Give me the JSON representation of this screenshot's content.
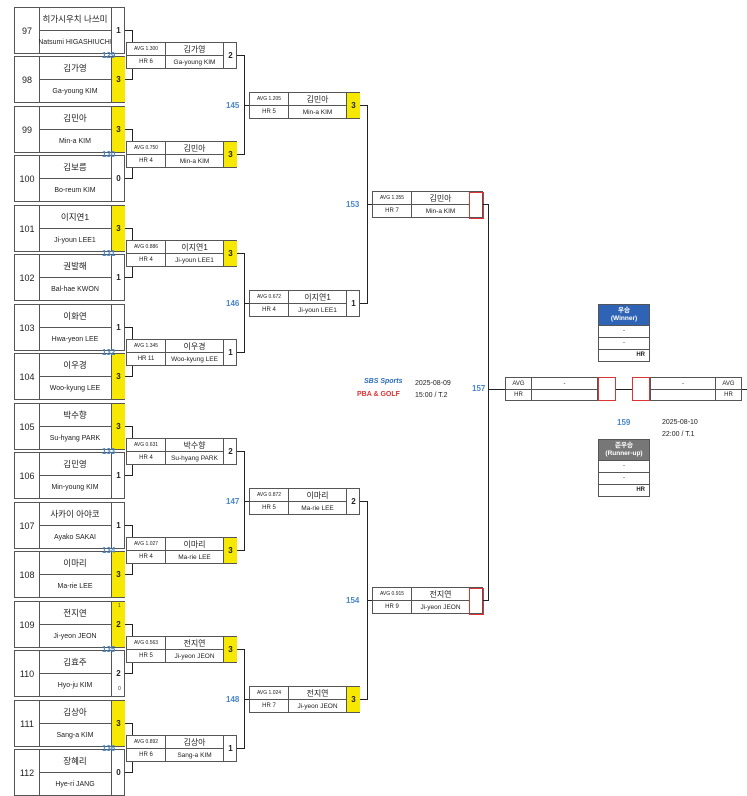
{
  "round1": [
    {
      "seed": "97",
      "name_ko": "히가시우치 나쓰미",
      "name_en": "Natsumi HIGASHIUCHI",
      "score": "1",
      "win": false
    },
    {
      "seed": "98",
      "name_ko": "김가영",
      "name_en": "Ga-young KIM",
      "score": "3",
      "win": true
    },
    {
      "seed": "99",
      "name_ko": "김민아",
      "name_en": "Min-a KIM",
      "score": "3",
      "win": true
    },
    {
      "seed": "100",
      "name_ko": "김보름",
      "name_en": "Bo-reum KIM",
      "score": "0",
      "win": false
    },
    {
      "seed": "101",
      "name_ko": "이지연1",
      "name_en": "Ji-youn LEE1",
      "score": "3",
      "win": true
    },
    {
      "seed": "102",
      "name_ko": "권발해",
      "name_en": "Bal-hae KWON",
      "score": "1",
      "win": false
    },
    {
      "seed": "103",
      "name_ko": "이화연",
      "name_en": "Hwa-yeon LEE",
      "score": "1",
      "win": false
    },
    {
      "seed": "104",
      "name_ko": "이우경",
      "name_en": "Woo-kyung LEE",
      "score": "3",
      "win": true
    },
    {
      "seed": "105",
      "name_ko": "박수향",
      "name_en": "Su-hyang PARK",
      "score": "3",
      "win": true
    },
    {
      "seed": "106",
      "name_ko": "김민영",
      "name_en": "Min-young KIM",
      "score": "1",
      "win": false
    },
    {
      "seed": "107",
      "name_ko": "사카이 아야코",
      "name_en": "Ayako SAKAI",
      "score": "1",
      "win": false
    },
    {
      "seed": "108",
      "name_ko": "이마리",
      "name_en": "Ma-rie LEE",
      "score": "3",
      "win": true
    },
    {
      "seed": "109",
      "name_ko": "전지연",
      "name_en": "Ji-yeon JEON",
      "score": "2",
      "win": true
    },
    {
      "seed": "110",
      "name_ko": "김효주",
      "name_en": "Hyo-ju KIM",
      "score": "2",
      "win": false
    },
    {
      "seed": "111",
      "name_ko": "김상아",
      "name_en": "Sang-a KIM",
      "score": "3",
      "win": true
    },
    {
      "seed": "112",
      "name_ko": "장혜리",
      "name_en": "Hye-ri JANG",
      "score": "0",
      "win": false
    }
  ],
  "tiebreak": {
    "top": "1",
    "bottom": "0"
  },
  "round2": [
    {
      "match": "129",
      "avg": "AVG 1.300",
      "hr": "HR 6",
      "name_ko": "김가영",
      "name_en": "Ga-young KIM",
      "score": "2",
      "win": false
    },
    {
      "match": "130",
      "avg": "AVG 0.750",
      "hr": "HR 4",
      "name_ko": "김민아",
      "name_en": "Min-a KIM",
      "score": "3",
      "win": true
    },
    {
      "match": "131",
      "avg": "AVG 0.886",
      "hr": "HR 4",
      "name_ko": "이지연1",
      "name_en": "Ji-youn LEE1",
      "score": "3",
      "win": true
    },
    {
      "match": "132",
      "avg": "AVG 1.345",
      "hr": "HR 11",
      "name_ko": "이우경",
      "name_en": "Woo-kyung LEE",
      "score": "1",
      "win": false
    },
    {
      "match": "133",
      "avg": "AVG 0.631",
      "hr": "HR 4",
      "name_ko": "박수향",
      "name_en": "Su-hyang PARK",
      "score": "2",
      "win": false
    },
    {
      "match": "134",
      "avg": "AVG 1.027",
      "hr": "HR 4",
      "name_ko": "이마리",
      "name_en": "Ma-rie LEE",
      "score": "3",
      "win": true
    },
    {
      "match": "135",
      "avg": "AVG 0.563",
      "hr": "HR 5",
      "name_ko": "전지연",
      "name_en": "Ji-yeon JEON",
      "score": "3",
      "win": true
    },
    {
      "match": "136",
      "avg": "AVG 0.892",
      "hr": "HR 6",
      "name_ko": "김상아",
      "name_en": "Sang-a KIM",
      "score": "1",
      "win": false
    }
  ],
  "round3": [
    {
      "match": "145",
      "avg": "AVG 1.205",
      "hr": "HR 5",
      "name_ko": "김민아",
      "name_en": "Min-a KIM",
      "score": "3",
      "win": true
    },
    {
      "match": "146",
      "avg": "AVG 0.672",
      "hr": "HR 4",
      "name_ko": "이지연1",
      "name_en": "Ji-youn LEE1",
      "score": "1",
      "win": false
    },
    {
      "match": "147",
      "avg": "AVG 0.872",
      "hr": "HR 5",
      "name_ko": "이마리",
      "name_en": "Ma-rie LEE",
      "score": "2",
      "win": false
    },
    {
      "match": "148",
      "avg": "AVG 1.024",
      "hr": "HR 7",
      "name_ko": "전지연",
      "name_en": "Ji-yeon JEON",
      "score": "3",
      "win": true
    }
  ],
  "round4": [
    {
      "match": "153",
      "avg": "AVG 1.355",
      "hr": "HR 7",
      "name_ko": "김민아",
      "name_en": "Min-a KIM",
      "score": ""
    },
    {
      "match": "154",
      "avg": "AVG 0.915",
      "hr": "HR 9",
      "name_ko": "전지연",
      "name_en": "Ji-yeon JEON",
      "score": ""
    }
  ],
  "semifinal": {
    "match": "157",
    "date": "2025-08-09",
    "time": "15:00 / T.2",
    "left_avg": "AVG",
    "left_avg_val": "-",
    "left_hr": "HR",
    "right_avg": "AVG",
    "right_avg_val": "-",
    "right_hr": "HR"
  },
  "final": {
    "match": "159",
    "date": "2025-08-10",
    "time": "22:00 / T.1"
  },
  "broadcast": {
    "sbs": "SBS Sports",
    "pba": "PBA & GOLF"
  },
  "winner": {
    "title": "우승",
    "subtitle": "(Winner)",
    "row1": "-",
    "row2": "-",
    "hr": "HR",
    "color": "#2e63b5"
  },
  "runnerup": {
    "title": "준우승",
    "subtitle": "(Runner-up)",
    "row1": "-",
    "row2": "-",
    "hr": "HR",
    "color": "#777777"
  }
}
